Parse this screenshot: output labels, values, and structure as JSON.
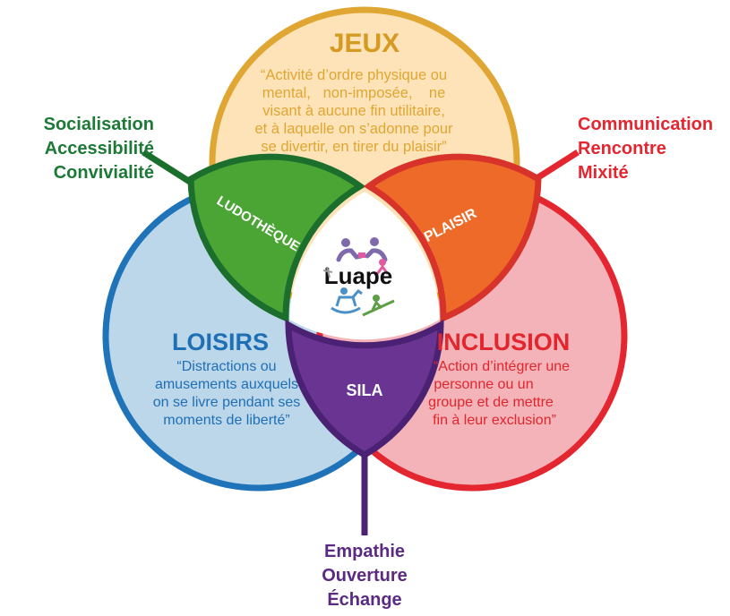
{
  "circles": {
    "jeux": {
      "title": "JEUX",
      "definition": [
        "“Activité d’ordre physique ou",
        "mental,   non-imposée,    ne",
        "visant à aucune fin utilitaire,",
        "et à laquelle on s’adonne pour",
        "se divertir, en tirer du plaisir”"
      ]
    },
    "loisirs": {
      "title": "LOISIRS",
      "definition": [
        "“Distractions ou",
        "amusements auxquels",
        "on se livre pendant ses",
        "moments de liberté”"
      ]
    },
    "inclusion": {
      "title": "INCLUSION",
      "definition": [
        "“Action d’intégrer une",
        "personne ou un",
        "groupe et de mettre",
        "fin à leur exclusion”"
      ]
    }
  },
  "intersections": {
    "ludotheque": "LUDOTHÈQUE",
    "plaisir": "PLAISIR",
    "sila": "SILA",
    "center": "Luape"
  },
  "values": {
    "green": [
      "Socialisation",
      "Accessibilité",
      "Convivialité"
    ],
    "red": [
      "Communication",
      "Rencontre",
      "Mixité"
    ],
    "purple": [
      "Empathie",
      "Ouverture",
      "Échange"
    ]
  },
  "colors": {
    "jeux_fill": "#fde3b7",
    "jeux_stroke": "#e0a633",
    "jeux_title": "#d59a22",
    "jeux_text": "#e0a633",
    "loisirs_fill": "#bcd7ea",
    "loisirs_stroke": "#1f73b8",
    "loisirs_text": "#1f6fb5",
    "inclusion_fill": "#f3b3b8",
    "inclusion_stroke": "#e3262f",
    "inclusion_text": "#e1262d",
    "ludotheque": "#4aa535",
    "ludotheque_stroke": "#1c6e2c",
    "plaisir": "#ee6a29",
    "plaisir_stroke": "#d8332a",
    "sila": "#6a3592",
    "sila_stroke": "#4b2173",
    "green_text": "#1c7a36",
    "red_text": "#e3262f",
    "purple_text": "#5b2a82"
  },
  "icons": [
    "people-playing-icon",
    "rocking-horse-icon",
    "broom-riding-icon",
    "child-icon"
  ]
}
